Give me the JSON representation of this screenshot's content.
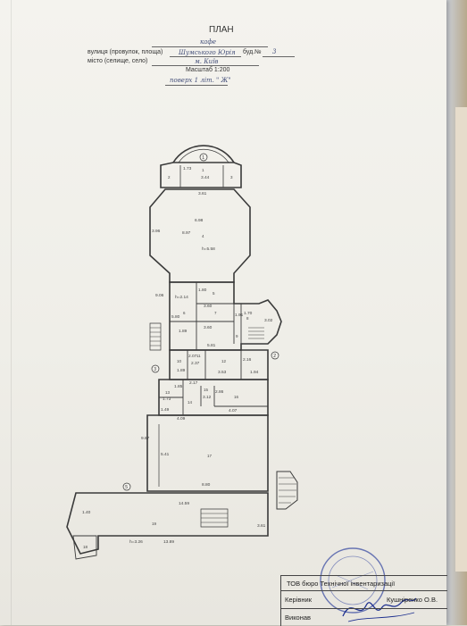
{
  "header": {
    "title": "ПЛАН",
    "object_name": "кафе",
    "street_label": "вулиця (провулок, площа)",
    "street_value": "Шумського Юрія",
    "house_label": "буд.№",
    "house_value": "3",
    "city_label": "місто (селище, село)",
    "city_value": "м. Київ",
    "scale": "Масштаб 1:200",
    "floor": "поверх 1 літ. \" Ж\""
  },
  "plan": {
    "axis_labels": [
      "1",
      "3",
      "2",
      "5"
    ],
    "rotunda": {
      "dims": [
        "1.73",
        "3.44",
        "3.61"
      ],
      "rooms": [
        "2",
        "1",
        "3"
      ]
    },
    "octagon": {
      "dims": [
        "6.98",
        "8.97",
        "3.96",
        "h=5.58"
      ],
      "room": "4"
    },
    "mid_block": {
      "dims": [
        "9.06",
        "h=2.14",
        "1.80",
        "3.60",
        "5.80",
        "1.89",
        "3.60",
        "5.81",
        "1.91",
        "3.02",
        "1.70"
      ],
      "rooms": [
        "5",
        "6",
        "7",
        "8",
        "9"
      ]
    },
    "lower_block": {
      "dims": [
        "2.07",
        "1.89",
        "2.37",
        "2.16",
        "3.53",
        "1.94",
        "2.17"
      ],
      "rooms": [
        "10",
        "11",
        "12"
      ]
    },
    "kitchen_block": {
      "dims": [
        "1.85",
        "1.73",
        "1.49",
        "3.12",
        "2.86",
        "4.09",
        "4.07"
      ],
      "rooms": [
        "13",
        "14",
        "15",
        "16"
      ]
    },
    "hall": {
      "dims": [
        "9.87",
        "5.41",
        "8.80"
      ],
      "room": "17"
    },
    "terrace": {
      "dims": [
        "14.59",
        "3.61",
        "h=3.26",
        "13.89",
        "1.40"
      ],
      "room": "19",
      "small_room": "18"
    }
  },
  "stamp": {
    "org": "ТОВ бюро Технічної інвентаризації",
    "role1": "Керівник",
    "name1": "Кушніренко О.В.",
    "role2": "Виконав",
    "name2": ""
  },
  "colors": {
    "ink": "#333333",
    "seal": "#3d4fa3",
    "signature": "#1f3190"
  }
}
